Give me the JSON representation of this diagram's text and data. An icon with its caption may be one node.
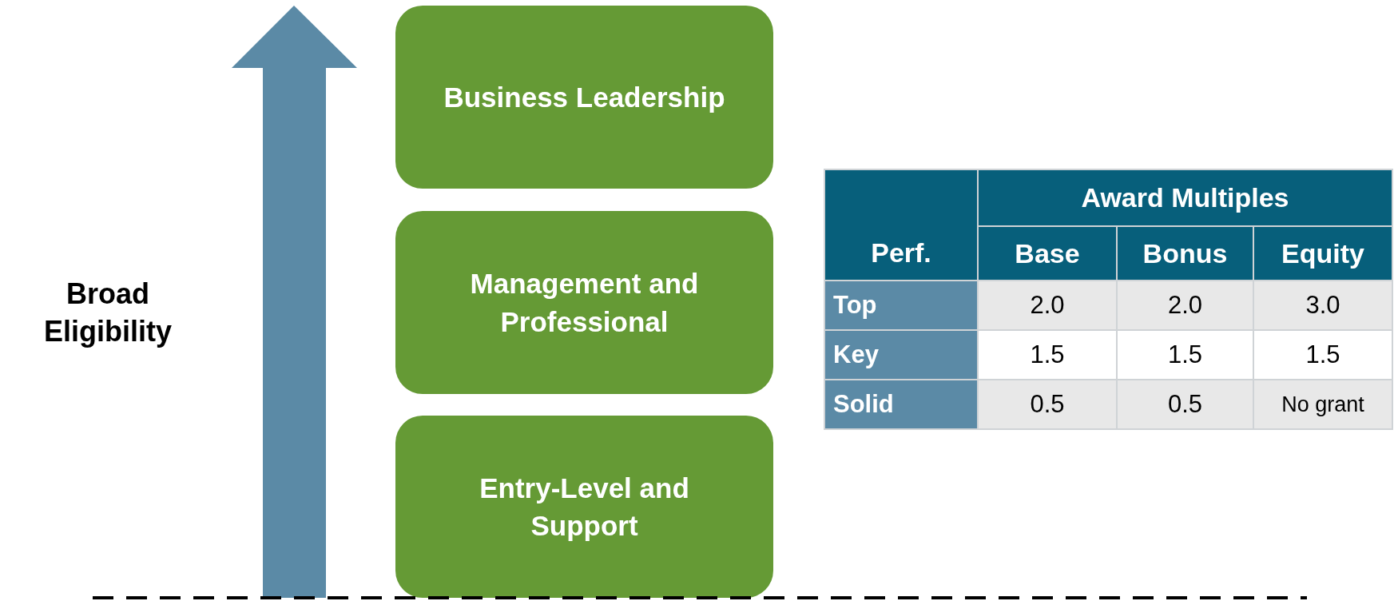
{
  "diagram": {
    "nodes": [
      {
        "text": [
          "Business Leadership"
        ]
      },
      {
        "text": [
          "Management and Professional"
        ]
      },
      {
        "text": [
          "Entry-Level and Support"
        ]
      }
    ],
    "labels": [
      "Broad Eligibility",
      "Perf.",
      "Award Multiples",
      "Base",
      "Bonus",
      "Equity",
      "Top",
      "2.0",
      "2.0",
      "3.0",
      "Key",
      "1.5",
      "1.5",
      "1.5",
      "Solid",
      "0.5",
      "0.5",
      "No grant"
    ]
  }
}
